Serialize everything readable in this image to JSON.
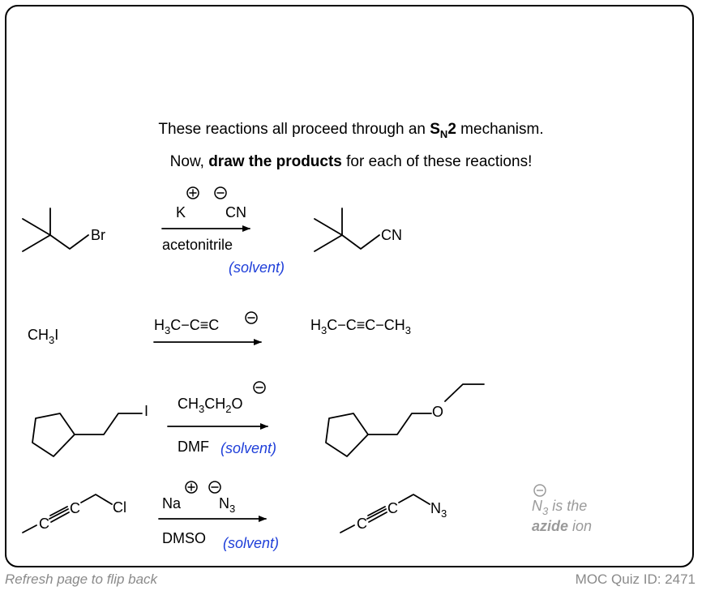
{
  "intro": {
    "line1_before": "These reactions all proceed through an ",
    "line1_S": "S",
    "line1_N": "N",
    "line1_2": "2",
    "line1_after": " mechanism.",
    "line2_before": "Now, ",
    "line2_bold": "draw the products",
    "line2_after": " for each of these reactions!"
  },
  "reactions": {
    "r1": {
      "reactant_br": "Br",
      "cation": "K",
      "anion": "CN",
      "solvent_name": "acetonitrile",
      "solvent_tag": "(solvent)",
      "product_cn": "CN"
    },
    "r2": {
      "reactant_a": "CH",
      "reactant_sub": "3",
      "reactant_b": "I",
      "reagent_a": "H",
      "reagent_sub": "3",
      "reagent_b": "C−C≡C",
      "product_a": "H",
      "product_sub1": "3",
      "product_b": "C−C≡C−CH",
      "product_sub2": "3"
    },
    "r3": {
      "reactant_i": "I",
      "reagent_a": "CH",
      "reagent_sub1": "3",
      "reagent_b": "CH",
      "reagent_sub2": "2",
      "reagent_c": "O",
      "solvent_name": "DMF",
      "solvent_tag": "(solvent)",
      "product_o": "O"
    },
    "r4": {
      "reactant_c": "C",
      "reactant_cl": "Cl",
      "cation": "Na",
      "anion_a": "N",
      "anion_sub": "3",
      "solvent_name": "DMSO",
      "solvent_tag": "(solvent)",
      "product_c": "C",
      "product_n": "N",
      "product_sub": "3"
    }
  },
  "note": {
    "n": "N",
    "sub": "3",
    "is_the": " is the",
    "azide": "azide",
    "ion": " ion"
  },
  "footer": {
    "left": "Refresh page to flip back",
    "right": "MOC Quiz ID: 2471"
  }
}
